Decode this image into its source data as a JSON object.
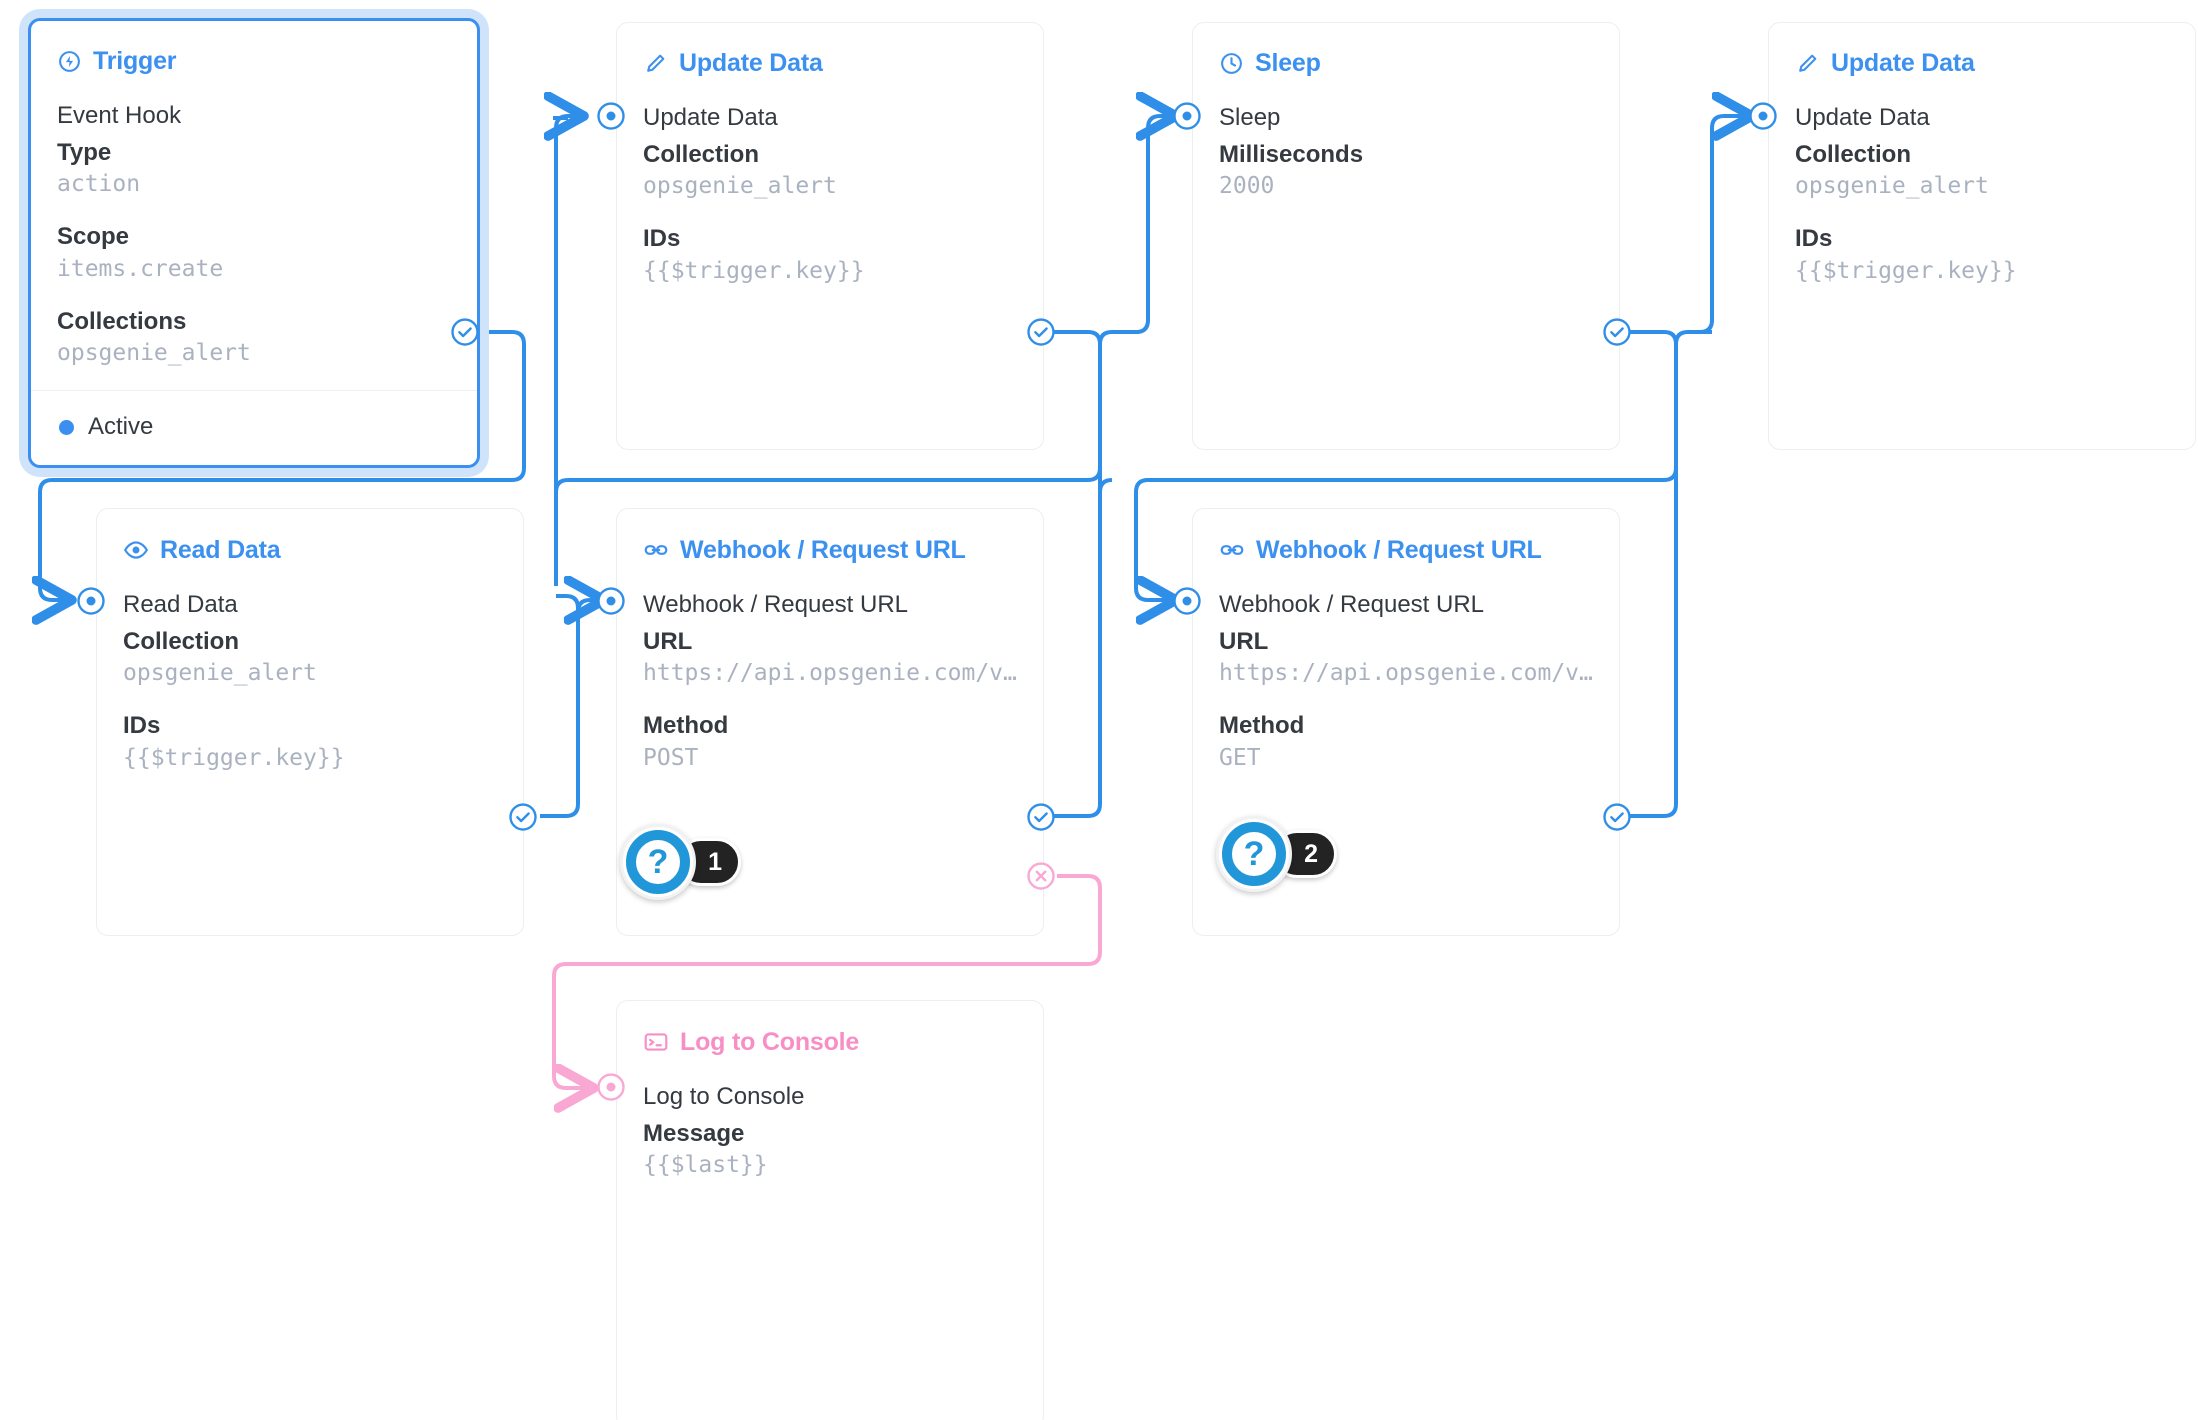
{
  "colors": {
    "accent": "#3b8ff0",
    "wire": "#2f8fe8",
    "error": "#f9a8d4",
    "pink_title": "#f78fc6",
    "value_text": "#aab2c0",
    "label_text": "#343a40",
    "badge_ring": "#2196d9",
    "badge_pill": "#232323"
  },
  "nodes": {
    "trigger": {
      "title": "Trigger",
      "icon": "bolt-circle-icon",
      "row_name": "Event Hook",
      "fields": [
        {
          "label": "Type",
          "value": "action"
        },
        {
          "label": "Scope",
          "value": "items.create"
        },
        {
          "label": "Collections",
          "value": "opsgenie_alert"
        }
      ],
      "status": "Active"
    },
    "update_data_1": {
      "title": "Update Data",
      "icon": "pencil-icon",
      "row_name": "Update Data",
      "fields": [
        {
          "label": "Collection",
          "value": "opsgenie_alert"
        },
        {
          "label": "IDs",
          "value": "{{$trigger.key}}"
        }
      ]
    },
    "sleep": {
      "title": "Sleep",
      "icon": "clock-icon",
      "row_name": "Sleep",
      "fields": [
        {
          "label": "Milliseconds",
          "value": "2000"
        }
      ]
    },
    "update_data_2": {
      "title": "Update Data",
      "icon": "pencil-icon",
      "row_name": "Update Data",
      "fields": [
        {
          "label": "Collection",
          "value": "opsgenie_alert"
        },
        {
          "label": "IDs",
          "value": "{{$trigger.key}}"
        }
      ]
    },
    "read_data": {
      "title": "Read Data",
      "icon": "eye-icon",
      "row_name": "Read Data",
      "fields": [
        {
          "label": "Collection",
          "value": "opsgenie_alert"
        },
        {
          "label": "IDs",
          "value": "{{$trigger.key}}"
        }
      ]
    },
    "webhook_1": {
      "title": "Webhook / Request URL",
      "icon": "link-icon",
      "row_name": "Webhook / Request URL",
      "fields": [
        {
          "label": "URL",
          "value": "https://api.opsgenie.com/v…"
        },
        {
          "label": "Method",
          "value": "POST"
        }
      ]
    },
    "webhook_2": {
      "title": "Webhook / Request URL",
      "icon": "link-icon",
      "row_name": "Webhook / Request URL",
      "fields": [
        {
          "label": "URL",
          "value": "https://api.opsgenie.com/v…"
        },
        {
          "label": "Method",
          "value": "GET"
        }
      ]
    },
    "log_to_console": {
      "title": "Log to Console",
      "icon": "terminal-icon",
      "row_name": "Log to Console",
      "fields": [
        {
          "label": "Message",
          "value": "{{$last}}"
        }
      ]
    }
  },
  "badges": [
    {
      "symbol": "?",
      "number": "1"
    },
    {
      "symbol": "?",
      "number": "2"
    }
  ]
}
